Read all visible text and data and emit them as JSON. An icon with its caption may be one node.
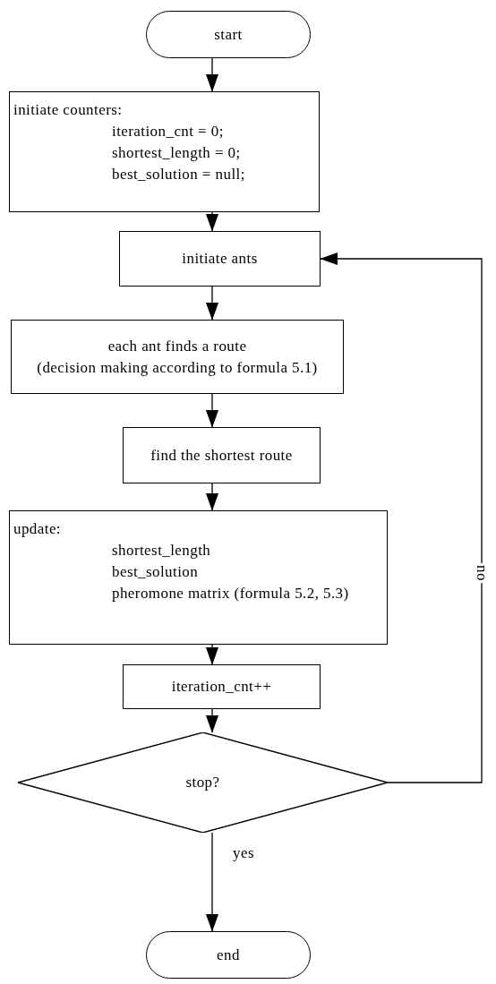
{
  "diagram": {
    "nodes": [
      {
        "text": [
          "start"
        ]
      },
      {
        "text": [
          "initiate counters:",
          "iteration_cnt = 0;",
          "shortest_length = 0;",
          "best_solution = null;"
        ]
      },
      {
        "text": [
          "initiate ants"
        ]
      },
      {
        "text": [
          "each ant finds a route",
          "(decision making according to formula 5.1)"
        ]
      },
      {
        "text": [
          "find the shortest route"
        ]
      },
      {
        "text": [
          "update:",
          "shortest_length",
          "best_solution",
          "pheromone matrix (formula 5.2, 5.3)"
        ]
      },
      {
        "text": [
          "iteration_cnt++"
        ]
      },
      {
        "text": [
          "stop?"
        ]
      },
      {
        "text": [
          "end"
        ]
      }
    ],
    "edges": [
      {
        "from": 0,
        "to": 1,
        "arrow": "to"
      },
      {
        "from": 1,
        "to": 2,
        "arrow": "to"
      },
      {
        "from": 2,
        "to": 3,
        "arrow": "to"
      },
      {
        "from": 3,
        "to": 4,
        "arrow": "to"
      },
      {
        "from": 4,
        "to": 5,
        "arrow": "to"
      },
      {
        "from": 5,
        "to": 6,
        "arrow": "to"
      },
      {
        "from": 6,
        "to": 7,
        "arrow": "to"
      },
      {
        "from": 7,
        "to": 2,
        "arrow": "to",
        "label": "no"
      },
      {
        "from": 7,
        "to": 8,
        "arrow": "to",
        "label": "yes"
      }
    ]
  }
}
